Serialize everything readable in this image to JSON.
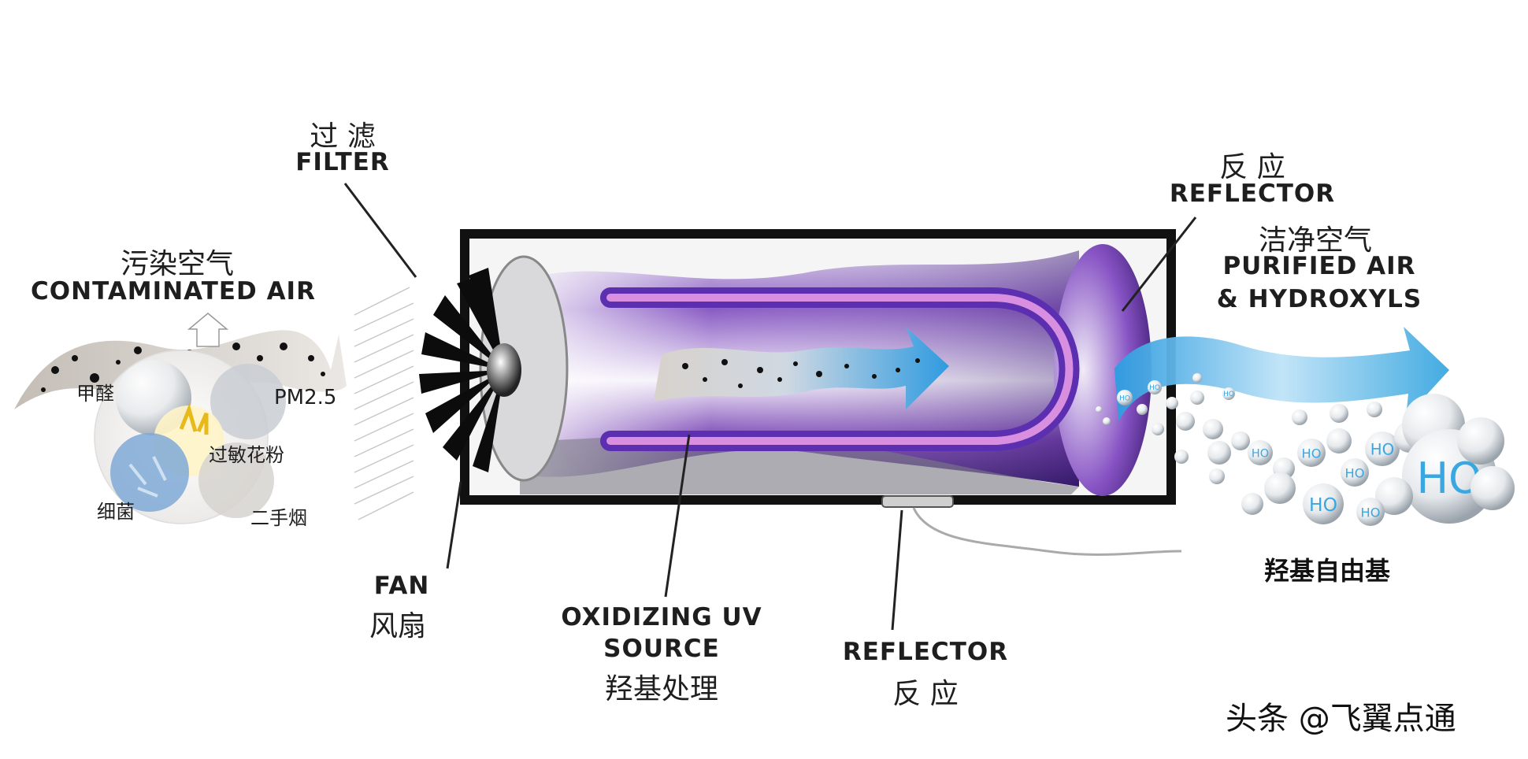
{
  "labels": {
    "filter_cn": "过 滤",
    "filter_en": "FILTER",
    "contaminated_cn": "污染空气",
    "contaminated_en": "CONTAMINATED AIR",
    "reflector_top_cn": "反 应",
    "reflector_top_en": "REFLECTOR",
    "purified_cn": "洁净空气",
    "purified_en_1": "PURIFIED AIR",
    "purified_en_2": "& HYDROXYLS",
    "fan_en": "FAN",
    "fan_cn": "风扇",
    "uv_en_1": "OXIDIZING UV",
    "uv_en_2": "SOURCE",
    "uv_cn": "羟基处理",
    "reflector_bottom_en": "REFLECTOR",
    "reflector_bottom_cn": "反 应",
    "hydroxyl_cn": "羟基自由基"
  },
  "pollutants": {
    "formaldehyde": "甲醛",
    "pm25": "PM2.5",
    "pollen": "过敏花粉",
    "bacteria": "细菌",
    "smoke": "二手烟"
  },
  "molecule_label": "HO",
  "watermark": "头条 @飞翼点通",
  "colors": {
    "tube_purple": "#7b3fb8",
    "uv_lamp": "#c87ad6",
    "air_blue": "#3aa7e0",
    "frame_black": "#111111"
  }
}
